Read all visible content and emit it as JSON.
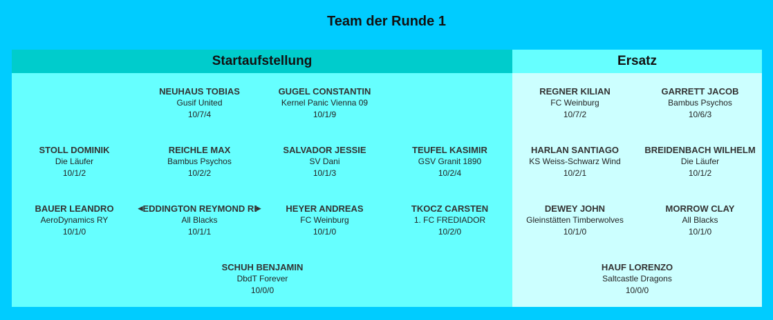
{
  "title": "Team der Runde 1",
  "start": {
    "header": "Startaufstellung",
    "players": [
      {
        "name": "NEUHAUS TOBIAS",
        "club": "Gusif United",
        "score": "10/7/4"
      },
      {
        "name": "GUGEL CONSTANTIN",
        "club": "Kernel Panic Vienna 09",
        "score": "10/1/9"
      },
      {
        "name": "STOLL DOMINIK",
        "club": "Die Läufer",
        "score": "10/1/2"
      },
      {
        "name": "REICHLE MAX",
        "club": "Bambus Psychos",
        "score": "10/2/2"
      },
      {
        "name": "SALVADOR JESSIE",
        "club": "SV Dani",
        "score": "10/1/3"
      },
      {
        "name": "TEUFEL KASIMIR",
        "club": "GSV Granit 1890",
        "score": "10/2/4"
      },
      {
        "name": "BAUER LEANDRO",
        "club": "AeroDynamics RY",
        "score": "10/1/0"
      },
      {
        "name": "EDDINGTON REYMOND RE",
        "club": "All Blacks",
        "score": "10/1/1"
      },
      {
        "name": "HEYER ANDREAS",
        "club": "FC Weinburg",
        "score": "10/1/0"
      },
      {
        "name": "TKOCZ CARSTEN",
        "club": "1. FC FREDIADOR",
        "score": "10/2/0"
      },
      {
        "name": "SCHUH BENJAMIN",
        "club": "DbdT Forever",
        "score": "10/0/0"
      }
    ]
  },
  "ersatz": {
    "header": "Ersatz",
    "players": [
      {
        "name": "REGNER KILIAN",
        "club": "FC Weinburg",
        "score": "10/7/2"
      },
      {
        "name": "GARRETT JACOB",
        "club": "Bambus Psychos",
        "score": "10/6/3"
      },
      {
        "name": "HARLAN SANTIAGO",
        "club": "KS Weiss-Schwarz Wind",
        "score": "10/2/1"
      },
      {
        "name": "BREIDENBACH WILHELM",
        "club": "Die Läufer",
        "score": "10/1/2"
      },
      {
        "name": "DEWEY JOHN",
        "club": "Gleinstätten Timberwolves",
        "score": "10/1/0"
      },
      {
        "name": "MORROW CLAY",
        "club": "All Blacks",
        "score": "10/1/0"
      },
      {
        "name": "HAUF LORENZO",
        "club": "Saltcastle Dragons",
        "score": "10/0/0"
      }
    ]
  }
}
